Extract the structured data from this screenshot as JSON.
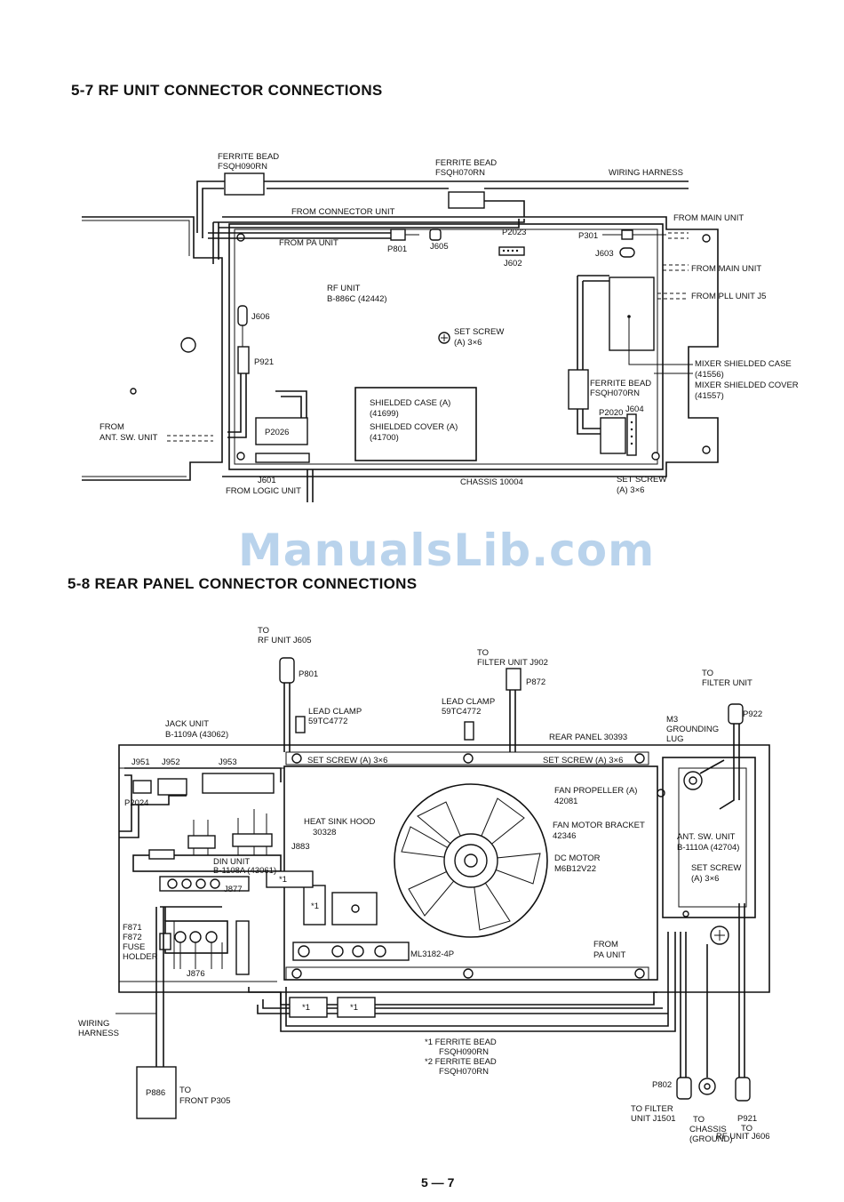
{
  "sec1": {
    "title": "5-7  RF UNIT CONNECTOR CONNECTIONS",
    "labels": {
      "fb1a": "FERRITE BEAD",
      "fb1b": "FSQH090RN",
      "fb2a": "FERRITE BEAD",
      "fb2b": "FSQH070RN",
      "harness": "WIRING HARNESS",
      "from_conn": "FROM CONNECTOR UNIT",
      "from_main1": "FROM MAIN UNIT",
      "from_pa": "FROM PA UNIT",
      "p801": "P801",
      "j605": "J605",
      "p2023": "P2023",
      "j602": "J602",
      "p301": "P301",
      "j603": "J603",
      "from_main2": "FROM MAIN UNIT",
      "from_pll": "FROM PLL UNIT J5",
      "rf1": "RF UNIT",
      "rf2": "B-886C (42442)",
      "j606": "J606",
      "p921": "P921",
      "set1a": "SET SCREW",
      "set1b": "(A) 3×6",
      "msc1": "MIXER SHIELDED CASE",
      "msc2": "(41556)",
      "msv1": "MIXER SHIELDED COVER",
      "msv2": "(41557)",
      "fb3a": "FERRITE BEAD",
      "fb3b": "FSQH070RN",
      "sc1": "SHIELDED CASE (A)",
      "sc2": "(41699)",
      "scv1": "SHIELDED COVER (A)",
      "scv2": "(41700)",
      "ant1": "FROM",
      "ant2": "ANT. SW. UNIT",
      "p2026": "P2026",
      "p2020": "P2020",
      "j604": "J604",
      "j601": "J601",
      "from_logic": "FROM LOGIC UNIT",
      "chassis": "CHASSIS 10004",
      "set2a": "SET SCREW",
      "set2b": "(A) 3×6"
    }
  },
  "watermark": "ManualsLib.com",
  "sec2": {
    "title": "5-8  REAR PANEL CONNECTOR CONNECTIONS",
    "labels": {
      "to_rf1": "TO",
      "to_rf2": "RF UNIT J605",
      "p801": "P801",
      "to_filt1": "TO",
      "to_filt2": "FILTER UNIT J902",
      "p872": "P872",
      "to_filt3": "TO",
      "to_filt4": "FILTER UNIT",
      "p922": "P922",
      "lc1a": "LEAD CLAMP",
      "lc1b": "59TC4772",
      "lc2a": "LEAD CLAMP",
      "lc2b": "59TC4772",
      "jack1": "JACK UNIT",
      "jack2": "B-1109A (43062)",
      "m3a": "M3",
      "m3b": "GROUNDING",
      "m3c": "LUG",
      "rear": "REAR PANEL 30393",
      "j951": "J951",
      "j952": "J952",
      "j953": "J953",
      "ss1": "SET SCREW (A) 3×6",
      "ss2": "SET SCREW (A) 3×6",
      "fanp1": "FAN PROPELLER (A)",
      "fanp2": "42081",
      "p2024": "P2024",
      "hs1": "HEAT SINK HOOD",
      "hs2": "30328",
      "fmb1": "FAN MOTOR BRACKET",
      "fmb2": "42346",
      "j883": "J883",
      "ant1": "ANT. SW. UNIT",
      "ant2": "B-1110A (42704)",
      "dc1": "DC MOTOR",
      "dc2": "M6B12V22",
      "din1": "DIN UNIT",
      "din2": "B-1108A (43061)",
      "j877": "J877",
      "ss3a": "SET SCREW",
      "ss3b": "(A) 3×6",
      "f1": "F871",
      "f2": "F872",
      "f3": "FUSE",
      "f4": "HOLDER",
      "ml": "ML3182-4P",
      "j876": "J876",
      "fpa1": "FROM",
      "fpa2": "PA UNIT",
      "star1": "*1",
      "wh1": "WIRING",
      "wh2": "HARNESS",
      "n1a": "*1  FERRITE BEAD",
      "n1b": "FSQH090RN",
      "n2a": "*2  FERRITE BEAD",
      "n2b": "FSQH070RN",
      "p886": "P886",
      "to_front1": "TO",
      "to_front2": "FRONT P305",
      "p802": "P802",
      "to_f1": "TO FILTER",
      "to_f2": "UNIT J1501",
      "ch1": "TO",
      "ch2": "CHASSIS",
      "ch3": "(GROUND)",
      "p921": "P921",
      "to_rf3": "TO",
      "to_rf4": "RF UNIT J606"
    }
  },
  "page_number": "5 — 7"
}
